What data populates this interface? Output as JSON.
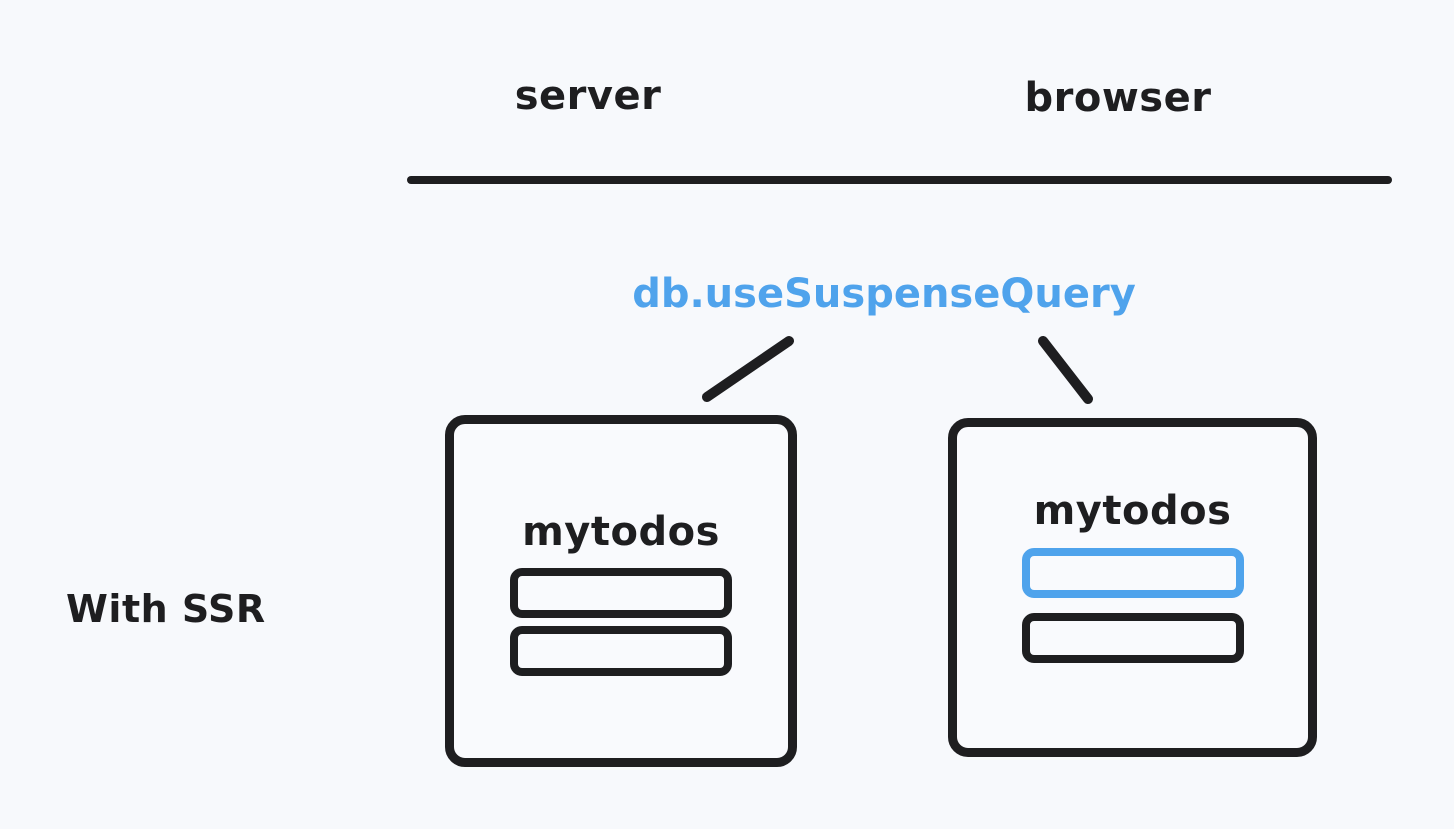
{
  "diagram": {
    "title": "With SSR",
    "background_color": "#f7f9fc",
    "ink_color": "#1e1e20",
    "accent_color": "#4fa3ec"
  },
  "side_label": {
    "text": "With SSR"
  },
  "columns": [
    {
      "id": "server",
      "label": "server"
    },
    {
      "id": "browser",
      "label": "browser"
    }
  ],
  "hook_label": {
    "text": "db.useSuspenseQuery",
    "color": "#4fa3ec"
  },
  "cards": [
    {
      "id": "server-card",
      "column": "server",
      "title": "mytodos",
      "items": [
        {
          "id": "server-todo-1",
          "highlighted": false
        },
        {
          "id": "server-todo-2",
          "highlighted": false
        }
      ]
    },
    {
      "id": "browser-card",
      "column": "browser",
      "title": "mytodos",
      "items": [
        {
          "id": "browser-todo-1",
          "highlighted": true
        },
        {
          "id": "browser-todo-2",
          "highlighted": false
        }
      ]
    }
  ],
  "connectors": [
    {
      "id": "connector-to-server",
      "from": "hook-label",
      "to": "server-card"
    },
    {
      "id": "connector-to-browser",
      "from": "hook-label",
      "to": "browser-card"
    }
  ]
}
